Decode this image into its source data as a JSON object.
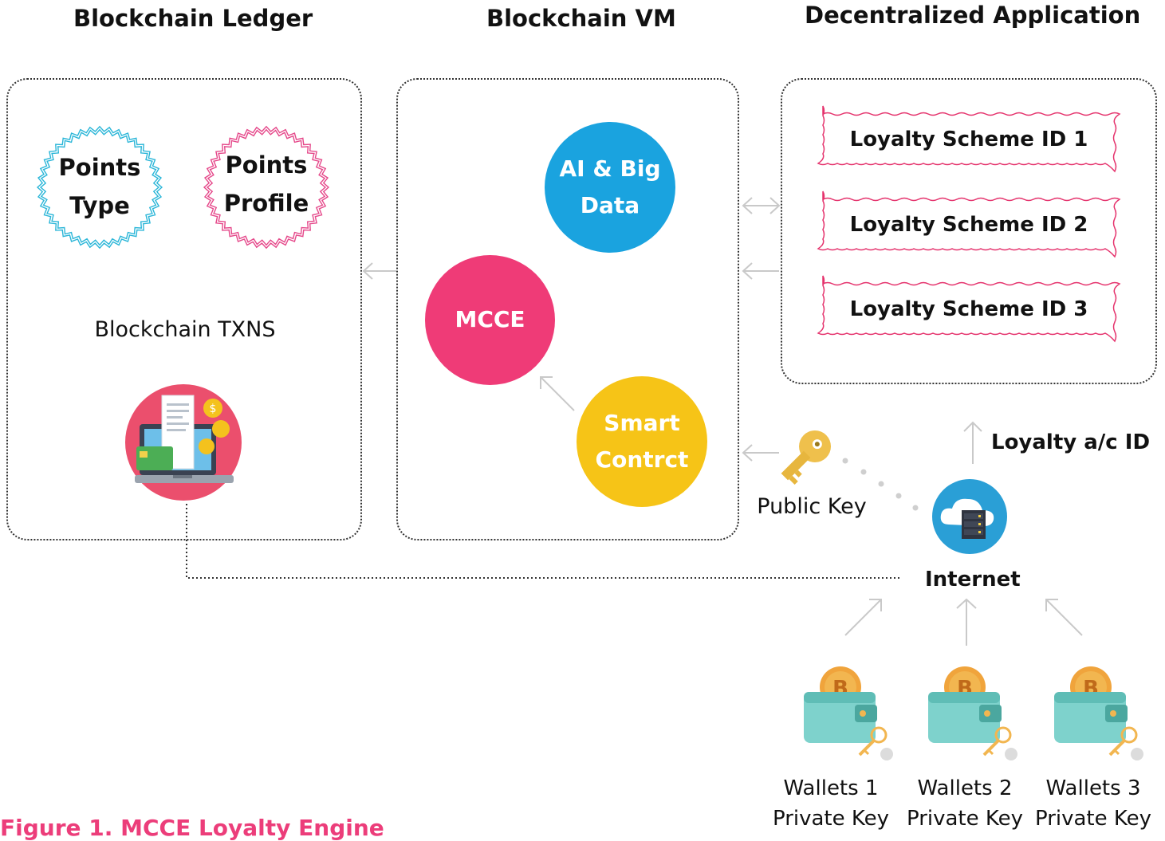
{
  "sections": {
    "ledger": {
      "title": "Blockchain Ledger",
      "points_type": "Points Type",
      "points_profile": "Points Profile",
      "txns_label": "Blockchain TXNS"
    },
    "vm": {
      "title": "Blockchain VM",
      "ai_big_data": "AI & Big Data",
      "mcce": "MCCE",
      "smart_contract": "Smart Contrct"
    },
    "dapp": {
      "title": "Decentralized Application",
      "schemes": [
        "Loyalty Scheme ID 1",
        "Loyalty Scheme ID 2",
        "Loyalty Scheme ID 3"
      ]
    }
  },
  "network": {
    "public_key": "Public Key",
    "internet": "Internet",
    "loyalty_account": "Loyalty a/c ID"
  },
  "wallets": [
    {
      "name": "Wallets 1",
      "key": "Private Key"
    },
    {
      "name": "Wallets 2",
      "key": "Private Key"
    },
    {
      "name": "Wallets 3",
      "key": "Private Key"
    }
  ],
  "caption": "Figure 1. MCCE Loyalty Engine",
  "colors": {
    "ai_circle": "#1aa3df",
    "mcce_circle": "#ef3b77",
    "smart_circle": "#f6c417",
    "points_type_ring": "#2bb6d8",
    "points_profile_ring": "#e5488a",
    "scheme_border": "#e5336d",
    "caption": "#ec3d7a"
  },
  "icons": {
    "laptop": "laptop-payment-icon",
    "key": "public-key-icon",
    "server": "cloud-server-icon",
    "wallet": "bitcoin-wallet-icon"
  }
}
